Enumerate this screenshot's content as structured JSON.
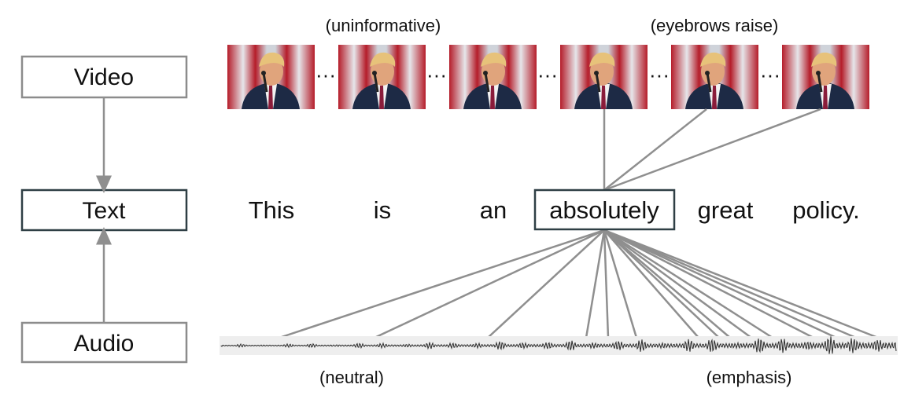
{
  "modalities": {
    "video": "Video",
    "text": "Text",
    "audio": "Audio"
  },
  "annotations": {
    "uninformative": "(uninformative)",
    "eyebrows": "(eyebrows raise)",
    "neutral": "(neutral)",
    "emphasis": "(emphasis)"
  },
  "sentence": [
    "This",
    "is",
    "an",
    "absolutely",
    "great",
    "policy."
  ],
  "highlighted_word_index": 3,
  "ellipsis": "···",
  "colors": {
    "box_gray": "#8c8c8c",
    "box_dark": "#2f3f45",
    "line": "#8f8f8f",
    "waveform_bg": "#eeeeee",
    "waveform": "#2a2a2a"
  }
}
